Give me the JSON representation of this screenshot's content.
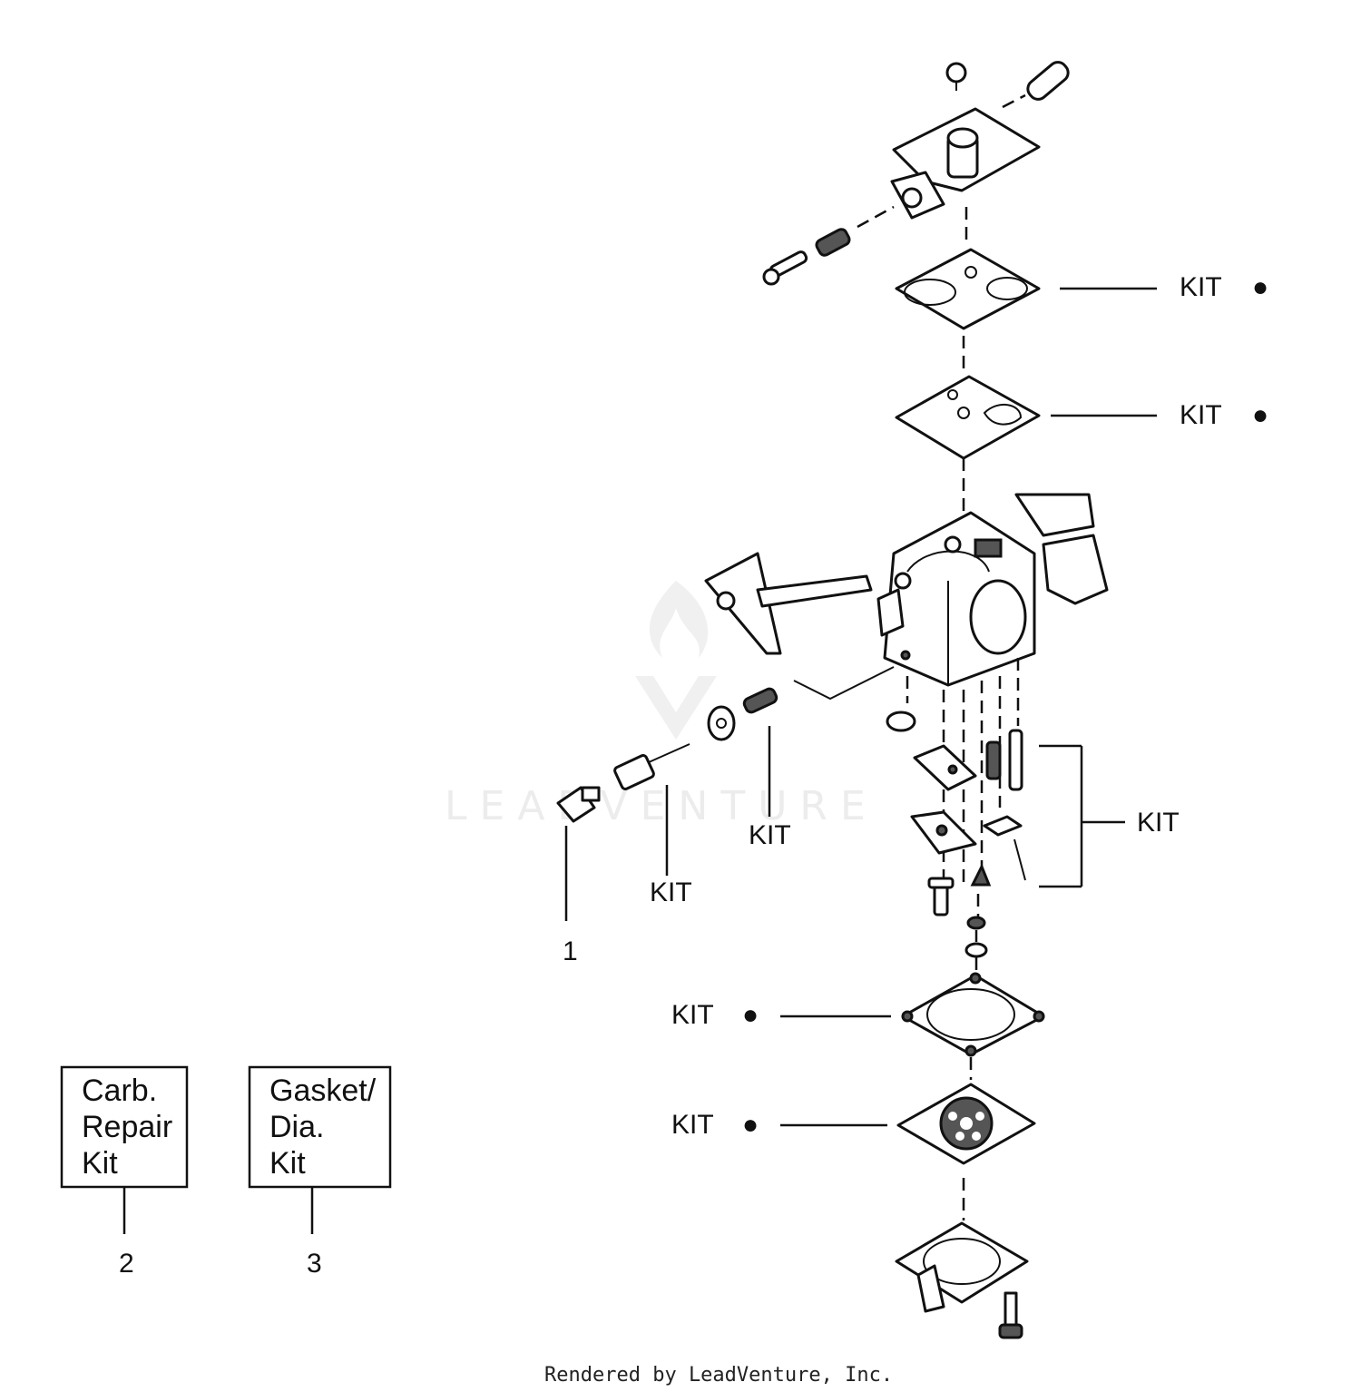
{
  "callouts": {
    "kit_label": "KIT",
    "bullet": "●",
    "item1": "1",
    "item2": "2",
    "item3": "3"
  },
  "boxes": {
    "carb_repair_kit": [
      "Carb.",
      "Repair",
      "Kit"
    ],
    "gasket_dia_kit": [
      "Gasket/",
      "Dia.",
      "Kit"
    ]
  },
  "watermark": "LEADVENTURE",
  "footer": "Rendered by LeadVenture, Inc."
}
